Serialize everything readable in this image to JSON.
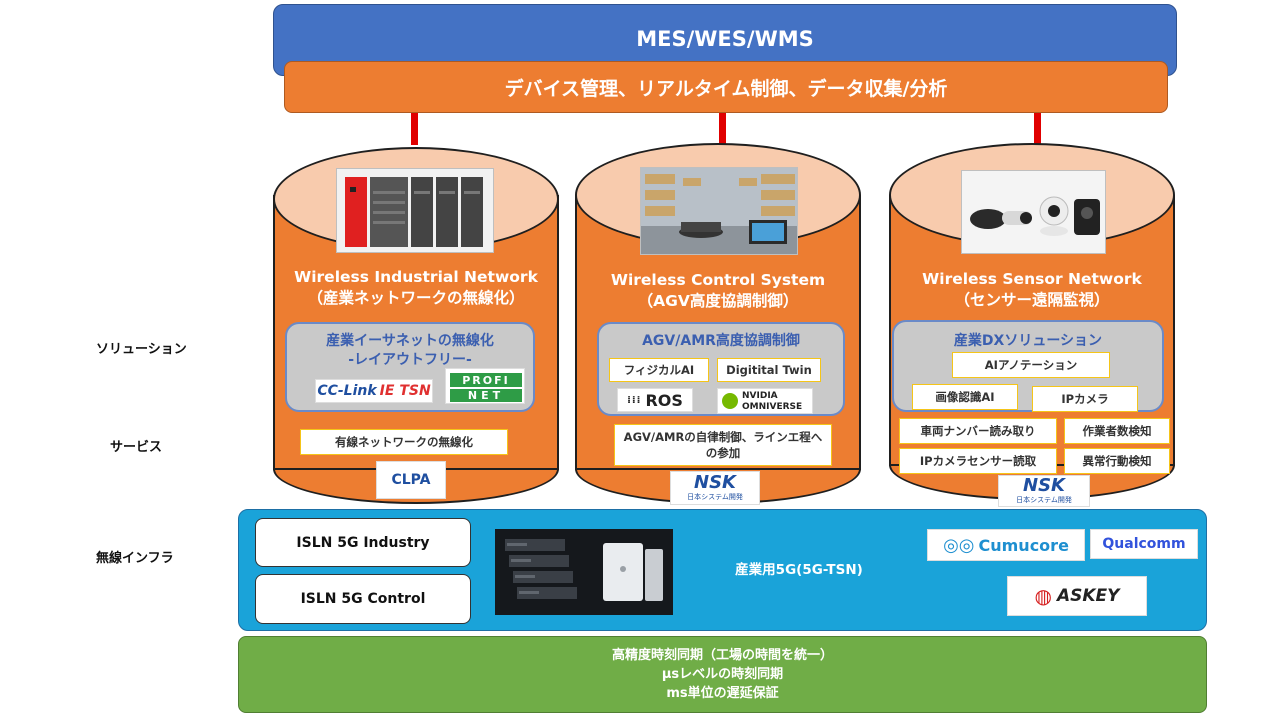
{
  "top_bar": {
    "label": "MES/WES/WMS"
  },
  "device_bar": {
    "label": "デバイス管理、リアルタイム制御、データ収集/分析"
  },
  "row_labels": {
    "solution": "ソリューション",
    "service": "サービス",
    "infra": "無線インフラ"
  },
  "columns": {
    "industrial": {
      "title_en": "Wireless Industrial Network",
      "title_jp": "（産業ネットワークの無線化）",
      "box_title_1": "産業イーサネットの無線化",
      "box_title_2": "-レイアウトフリー-",
      "logo_cclink_a": "CC-Link",
      "logo_cclink_b": "IE TSN",
      "logo_profinet_a": "PROFI",
      "logo_profinet_b": "NET",
      "service": "有線ネットワークの無線化",
      "partner_logo": "CLPA"
    },
    "control": {
      "title_en": "Wireless Control System",
      "title_jp": "（AGV高度協調制御）",
      "box_title": "AGV/AMR高度協調制御",
      "tag_physical_ai": "フィジカルAI",
      "tag_digital_twin": "Digitital Twin",
      "logo_ros": "ROS",
      "logo_nvidia_a": "NVIDIA",
      "logo_nvidia_b": "OMNIVERSE",
      "service": "AGV/AMRの自律制御、ラインエ程への参加",
      "partner_logo": "NSK",
      "partner_logo_sub": "日本システム開発"
    },
    "sensor": {
      "title_en": "Wireless Sensor Network",
      "title_jp": "（センサー遠隔監視）",
      "box_title": "産業DXソリューション",
      "tag_ai_annotation": "AIアノテーション",
      "tag_image_recognition": "画像認識AI",
      "tag_ip_camera": "IPカメラ",
      "service_1": "車両ナンバー読み取り",
      "service_2": "作業者数検知",
      "service_3": "IPカメラセンサー読取",
      "service_4": "異常行動検知",
      "partner_logo": "NSK",
      "partner_logo_sub": "日本システム開発"
    }
  },
  "infra": {
    "isln_industry": "ISLN 5G Industry",
    "isln_control": "ISLN 5G Control",
    "label": "産業用5G(5G-TSN)",
    "logo_cumucore": "Cumucore",
    "logo_qualcomm": "Qualcomm",
    "logo_askey": "ASKEY"
  },
  "sync": {
    "line1": "高精度時刻同期（工場の時間を統一）",
    "line2": "μsレベルの時刻同期",
    "line3": "ms単位の遅延保証"
  },
  "colors": {
    "blue": "#4472c4",
    "orange": "#ed7d31",
    "peach": "#f8cbad",
    "cyan": "#1aa3d9",
    "green": "#70ad47",
    "red": "#e00000"
  }
}
